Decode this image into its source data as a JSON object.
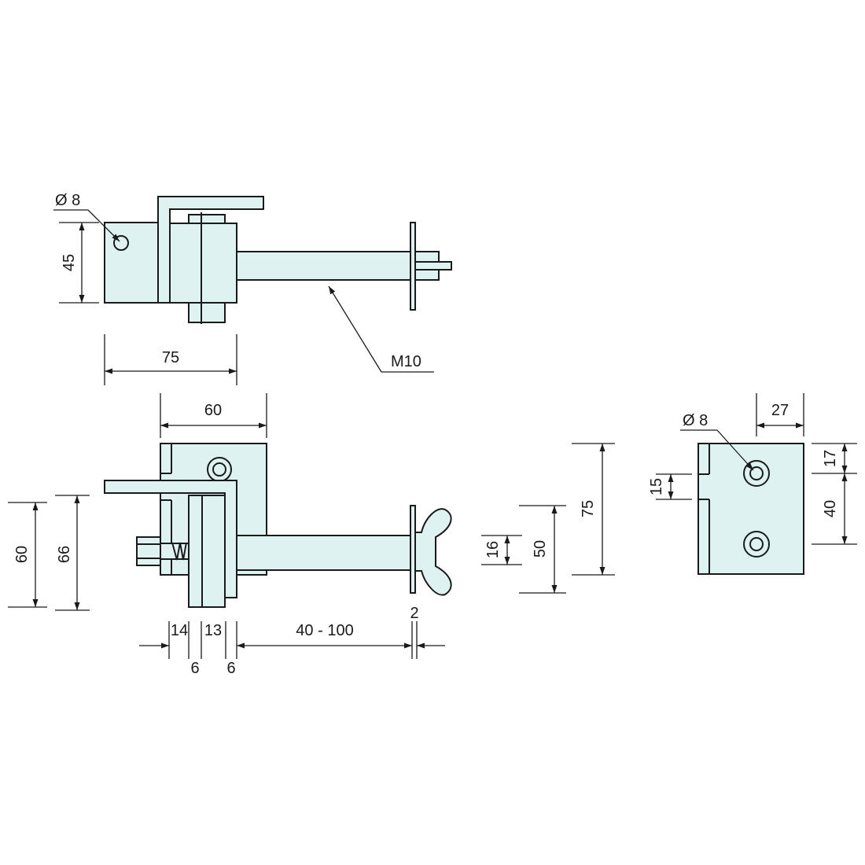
{
  "colors": {
    "part_fill": "#def2f2",
    "line": "#1a1a1a",
    "background": "#ffffff"
  },
  "top_view": {
    "hole_label": "Ø 8",
    "height_label": "45",
    "width_label": "75",
    "thread_label": "M10"
  },
  "front_view": {
    "width_label": "60",
    "height_60_label": "60",
    "height_66_label": "66",
    "seg_14_label": "14",
    "seg_13_label": "13",
    "seg_6a_label": "6",
    "seg_6b_label": "6",
    "range_label": "40 - 100",
    "washer_label": "2",
    "nut_height_label": "16",
    "bolt_zone_label": "50",
    "total_height_label": "75"
  },
  "side_view": {
    "hole_label": "Ø 8",
    "width_label": "27",
    "top_label": "17",
    "spacing_label": "40",
    "slot_label": "15"
  }
}
